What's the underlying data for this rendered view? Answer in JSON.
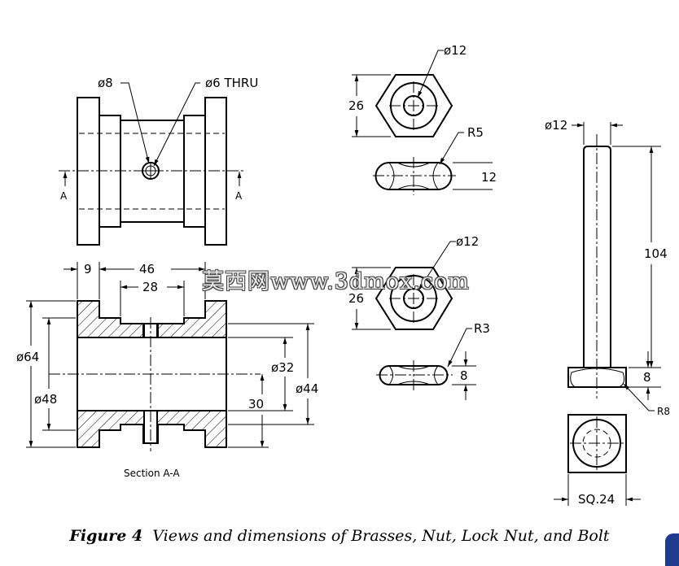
{
  "labels": {
    "brass_hole_dia": "ø8",
    "brass_thru": "ø6 THRU",
    "section_arrow_left": "A",
    "section_arrow_right": "A",
    "dim_9": "9",
    "dim_46": "46",
    "dim_28": "28",
    "dim_64": "ø64",
    "dim_48": "ø48",
    "dim_32": "ø32",
    "dim_44": "ø44",
    "dim_30": "30",
    "section_caption": "Section A-A",
    "nut_dia": "ø12",
    "nut_across_flats": "26",
    "nut_radius": "R5",
    "nut_thickness": "12",
    "lock_nut_dia": "ø12",
    "lock_nut_across_flats": "26",
    "lock_nut_radius": "R3",
    "lock_nut_thickness": "8",
    "bolt_dia": "ø12",
    "bolt_length": "104",
    "bolt_head_height": "8",
    "bolt_head_radius": "R8",
    "bolt_head_square": "SQ.24"
  },
  "figure": {
    "number": "Figure 4",
    "title": "Views and dimensions of Brasses, Nut, Lock Nut, and Bolt"
  },
  "watermark": "莫西网www.3dmox.com"
}
